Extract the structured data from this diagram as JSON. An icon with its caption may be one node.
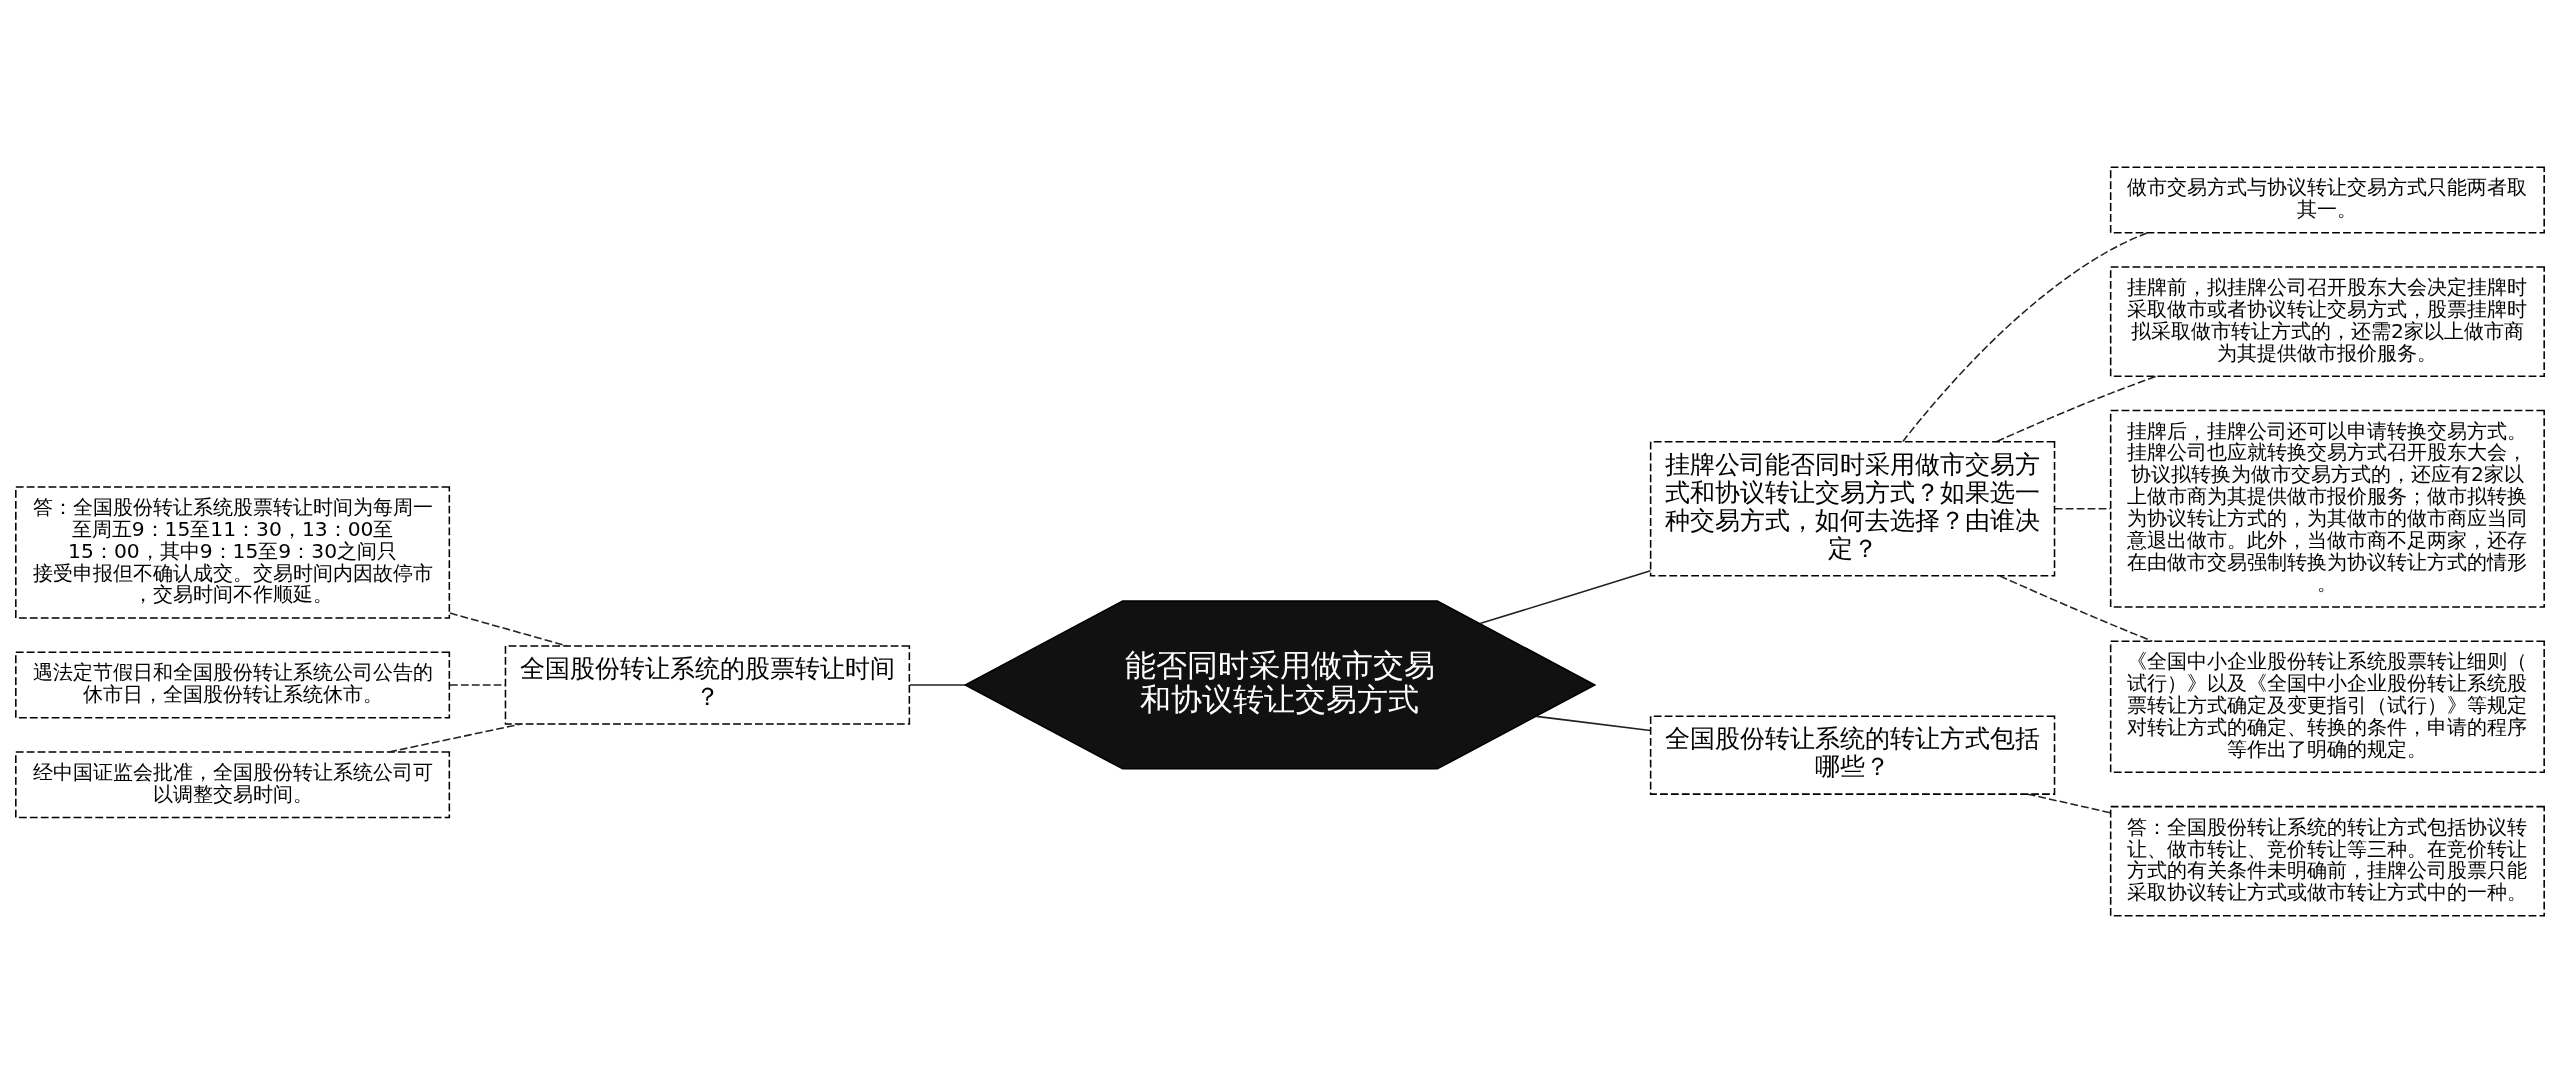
{
  "diagram": {
    "nodes": [
      {
        "text": [
          "能否同时采用做市交易和协议转让交易方式"
        ]
      },
      {
        "text": [
          "全国股份转让系统的股票转让时间？"
        ]
      },
      {
        "text": [
          "答：全国股份转让系统股票转让时间为每周一至周五9：15至11：30，13：00至15：00，其中9：15至9：30之间只接受申报但不确认成交。交易时间内因故停市，交易时间不作顺延。"
        ]
      },
      {
        "text": [
          "遇法定节假日和全国股份转让系统公司公告的休市日，全国股份转让系统休市。"
        ]
      },
      {
        "text": [
          "经中国证监会批准，全国股份转让系统公司可以调整交易时间。"
        ]
      },
      {
        "text": [
          "挂牌公司能否同时采用做市交易方式和协议转让交易方式？如果选一种交易方式，如何去选择？由谁决定？"
        ]
      },
      {
        "text": [
          "做市交易方式与协议转让交易方式只能两者取其一。"
        ]
      },
      {
        "text": [
          "挂牌前，拟挂牌公司召开股东大会决定挂牌时采取做市或者协议转让交易方式，股票挂牌时拟采取做市转让方式的，还需2家以上做市商为其提供做市报价服务。"
        ]
      },
      {
        "text": [
          "挂牌后，挂牌公司还可以申请转换交易方式。挂牌公司也应就转换交易方式召开股东大会，协议拟转换为做市交易方式的，还应有2家以上做市商为其提供做市报价服务；做市拟转换为协议转让方式的，为其做市的做市商应当同意退出做市。此外，当做市商不足两家，还存在由做市交易强制转换为协议转让方式的情形。"
        ]
      },
      {
        "text": [
          "《全国中小企业股份转让系统股票转让细则（试行）》以及《全国中小企业股份转让系统股票转让方式确定及变更指引（试行）》等规定对转让方式的确定、转换的条件，申请的程序等作出了明确的规定。"
        ]
      },
      {
        "text": [
          "全国股份转让系统的转让方式包括哪些？"
        ]
      },
      {
        "text": [
          "答：全国股份转让系统的转让方式包括协议转让、做市转让、竞价转让等三种。在竞价转让方式的有关条件未明确前，挂牌公司股票只能采取协议转让方式或做市转让方式中的一种。"
        ]
      }
    ],
    "edges": [
      {
        "from": 0,
        "to": 1,
        "arrow": "none"
      },
      {
        "from": 1,
        "to": 2,
        "arrow": "none",
        "style": "dashed"
      },
      {
        "from": 1,
        "to": 3,
        "arrow": "none",
        "style": "dashed"
      },
      {
        "from": 1,
        "to": 4,
        "arrow": "none",
        "style": "dashed"
      },
      {
        "from": 0,
        "to": 5,
        "arrow": "none"
      },
      {
        "from": 5,
        "to": 6,
        "arrow": "none",
        "style": "dashed"
      },
      {
        "from": 5,
        "to": 7,
        "arrow": "none",
        "style": "dashed"
      },
      {
        "from": 5,
        "to": 8,
        "arrow": "none",
        "style": "dashed"
      },
      {
        "from": 5,
        "to": 9,
        "arrow": "none",
        "style": "dashed"
      },
      {
        "from": 0,
        "to": 10,
        "arrow": "none"
      },
      {
        "from": 10,
        "to": 11,
        "arrow": "none",
        "style": "dashed"
      }
    ]
  }
}
